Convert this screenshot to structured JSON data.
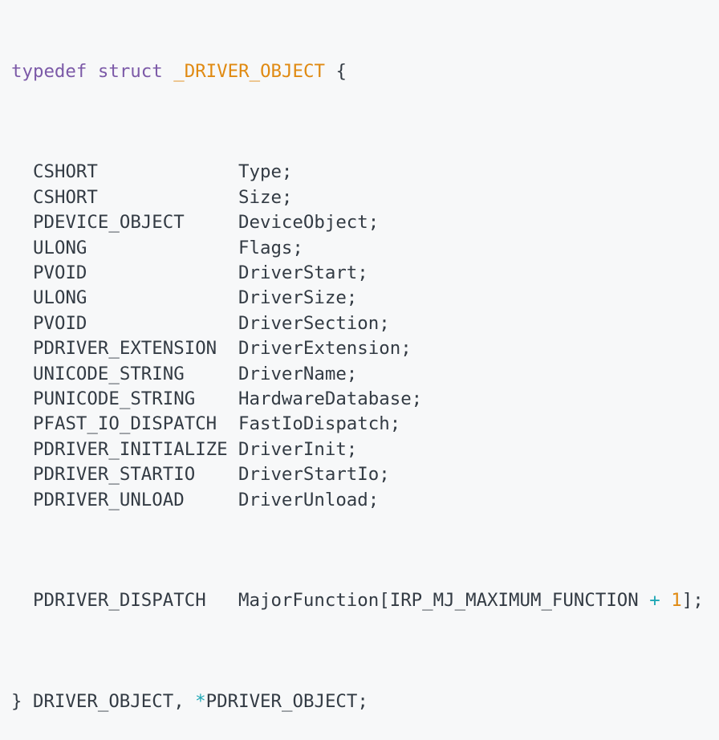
{
  "colors": {
    "background": "#f7f8f9",
    "text": "#333b44",
    "keyword": "#7c5aa8",
    "struct_name": "#e08a12",
    "number": "#e08a12",
    "operator": "#1ea7b5"
  },
  "code": {
    "header": {
      "kw_typedef": "typedef",
      "kw_struct": "struct",
      "struct_name": "_DRIVER_OBJECT",
      "open_brace": "{"
    },
    "fields": [
      {
        "type": "CSHORT",
        "name": "Type;"
      },
      {
        "type": "CSHORT",
        "name": "Size;"
      },
      {
        "type": "PDEVICE_OBJECT",
        "name": "DeviceObject;"
      },
      {
        "type": "ULONG",
        "name": "Flags;"
      },
      {
        "type": "PVOID",
        "name": "DriverStart;"
      },
      {
        "type": "ULONG",
        "name": "DriverSize;"
      },
      {
        "type": "PVOID",
        "name": "DriverSection;"
      },
      {
        "type": "PDRIVER_EXTENSION",
        "name": "DriverExtension;"
      },
      {
        "type": "UNICODE_STRING",
        "name": "DriverName;"
      },
      {
        "type": "PUNICODE_STRING",
        "name": "HardwareDatabase;"
      },
      {
        "type": "PFAST_IO_DISPATCH",
        "name": "FastIoDispatch;"
      },
      {
        "type": "PDRIVER_INITIALIZE",
        "name": "DriverInit;"
      },
      {
        "type": "PDRIVER_STARTIO",
        "name": "DriverStartIo;"
      },
      {
        "type": "PDRIVER_UNLOAD",
        "name": "DriverUnload;"
      }
    ],
    "last_field": {
      "type": "PDRIVER_DISPATCH",
      "name_prefix": "MajorFunction[IRP_MJ_MAXIMUM_FUNCTION ",
      "operator": "+",
      "number": "1",
      "suffix": "];"
    },
    "footer": {
      "close_brace": "} DRIVER_OBJECT, ",
      "pointer_star": "*",
      "pointer_name": "PDRIVER_OBJECT;"
    }
  }
}
